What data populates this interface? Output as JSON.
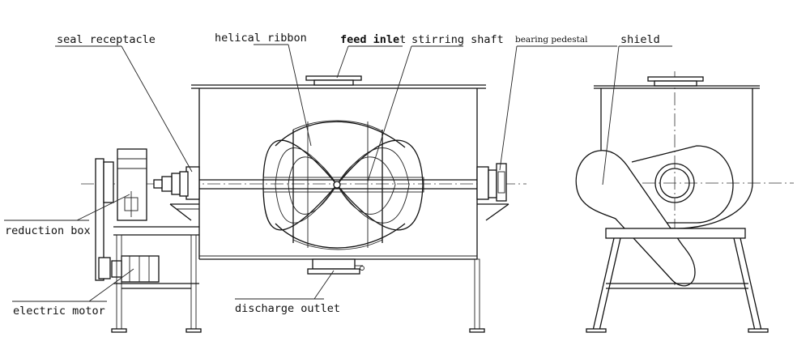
{
  "labels": {
    "seal_receptacle": "seal receptacle",
    "helical_ribbon": "helical ribbon",
    "feed_inlet_bold": "feed inle",
    "feed_inlet_rest": "t",
    "stirring_shaft": "stirring shaft",
    "bearing_pedestal": "bearing pedestal",
    "shield": "shield",
    "reduction_box": "reduction box",
    "electric_motor": "electric motor",
    "discharge_outlet": "discharge outlet"
  }
}
